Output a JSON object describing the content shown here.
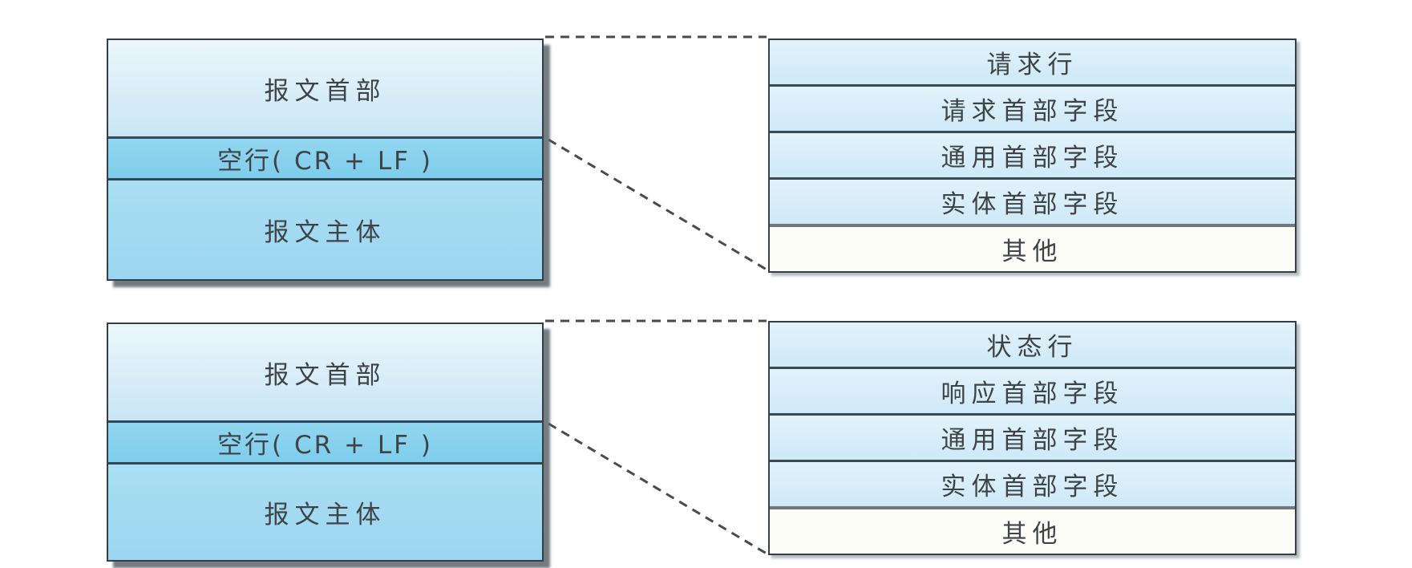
{
  "page": {
    "background": "#ffffff",
    "description_labels": {
      "request_diagram_name": "http-request-message-structure",
      "response_diagram_name": "http-response-message-structure"
    }
  },
  "colors": {
    "header_fill_top": "#ecf6fc",
    "header_fill_bottom": "#c9e6f5",
    "blank_line_fill": "#86d1ee",
    "body_fill": "#a2daf2",
    "detail_row_fill": "#d5ecf9",
    "other_row_fill": "#fdfdf7",
    "box_border": "#333e46",
    "section_divider": "#2e4a57",
    "other_divider": "#6e787e",
    "dashed_line": "#4a4a4a",
    "text": "#3e4347",
    "shadow": "#5c656c"
  },
  "request_diagram": {
    "overview": {
      "header_label": "报文首部",
      "blank_line_label": "空行( CR + LF )",
      "body_label": "报文主体"
    },
    "detail_rows": [
      {
        "label": "请求行"
      },
      {
        "label": "请求首部字段"
      },
      {
        "label": "通用首部字段"
      },
      {
        "label": "实体首部字段"
      },
      {
        "label": "其他"
      }
    ]
  },
  "response_diagram": {
    "overview": {
      "header_label": "报文首部",
      "blank_line_label": "空行( CR + LF )",
      "body_label": "报文主体"
    },
    "detail_rows": [
      {
        "label": "状态行"
      },
      {
        "label": "响应首部字段"
      },
      {
        "label": "通用首部字段"
      },
      {
        "label": "实体首部字段"
      },
      {
        "label": "其他"
      }
    ]
  }
}
